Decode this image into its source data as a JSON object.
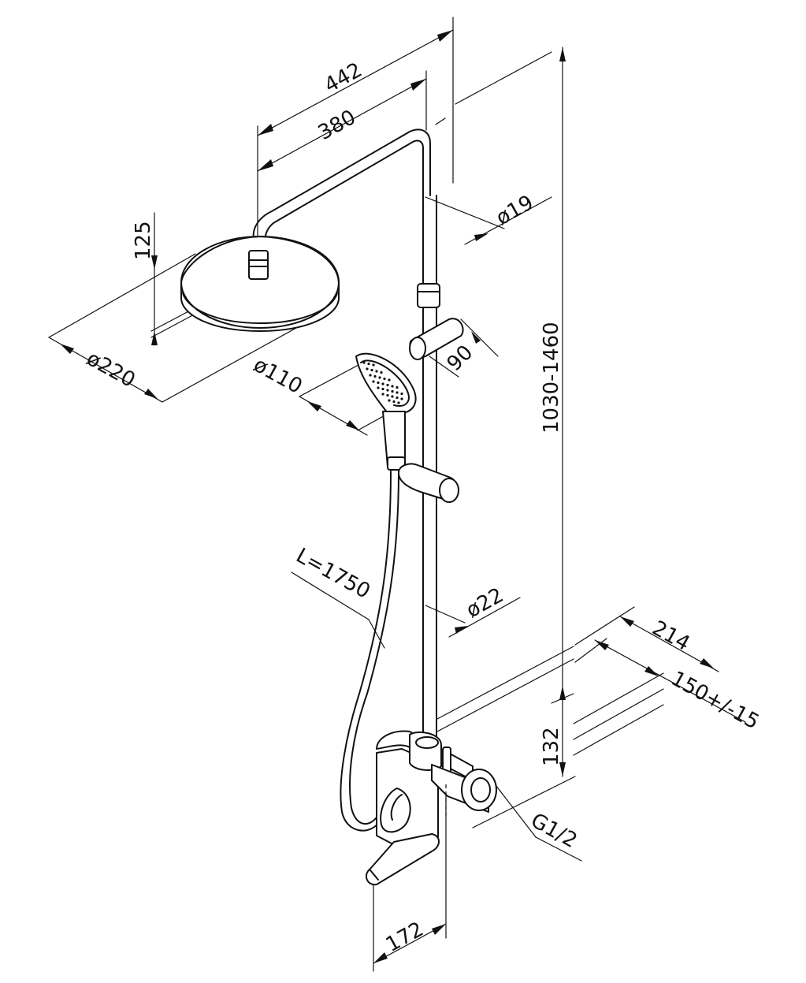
{
  "dimensions": {
    "width_442": "442",
    "width_380": "380",
    "arm_diameter": "ø19",
    "height_125": "125",
    "head_diameter": "ø220",
    "handshower_diameter": "ø110",
    "slider_90": "90",
    "height_range": "1030-1460",
    "hose_length": "L=1750",
    "bar_diameter": "ø22",
    "depth_214": "214",
    "centers": "150+/-15",
    "height_132": "132",
    "thread": "G1/2",
    "spout_172": "172"
  }
}
